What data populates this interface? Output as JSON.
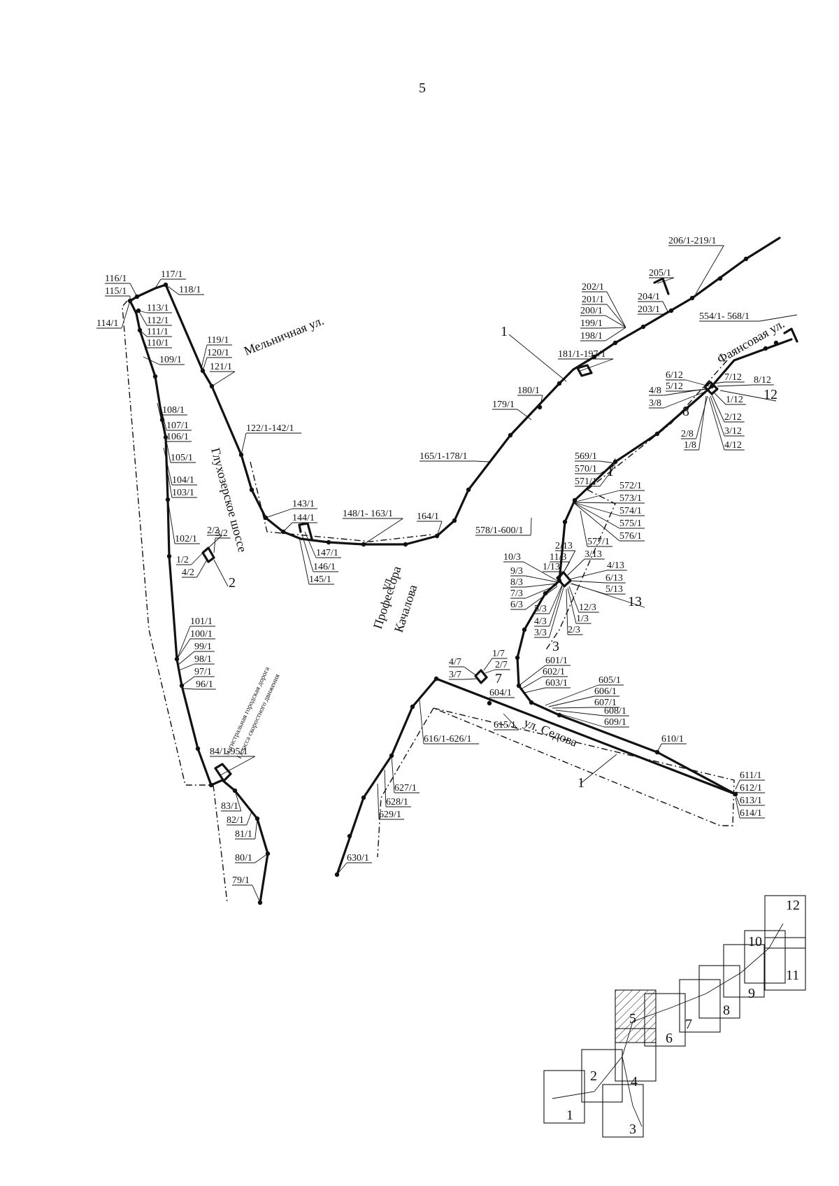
{
  "page_number": "5",
  "streets": {
    "melnichnaya": "Мельничная ул.",
    "glukhoozerskoe": "Глухозерское шоссе",
    "kachalova_1": "ул.",
    "kachalova_2": "Профессора",
    "kachalova_3": "Качалова",
    "faiansovaya": "Фаянсовая ул.",
    "sedova": "ул. Седова",
    "highway_1": "магистральная городская дорога",
    "highway_2": "I класса скоростного движения"
  },
  "network_numbers": [
    "1",
    "1",
    "1",
    "1"
  ],
  "substations": [
    "2",
    "3",
    "7",
    "8",
    "12",
    "13"
  ],
  "point_labels": [
    "116/1",
    "115/1",
    "117/1",
    "118/1",
    "114/1",
    "113/1",
    "112/1",
    "111/1",
    "110/1",
    "109/1",
    "119/1",
    "120/1",
    "121/1",
    "122/1-142/1",
    "108/1",
    "107/1",
    "106/1",
    "105/1",
    "104/1",
    "103/1",
    "102/1",
    "2/2",
    "3/2",
    "1/2",
    "4/2",
    "143/1",
    "144/1",
    "147/1",
    "146/1",
    "145/1",
    "148/1- 163/1",
    "164/1",
    "165/1-178/1",
    "180/1",
    "179/1",
    "181/1-197/1",
    "202/1",
    "201/1",
    "200/1",
    "199/1",
    "198/1",
    "204/1",
    "203/1",
    "205/1",
    "206/1-219/1",
    "554/1- 568/1",
    "6/12",
    "5/12",
    "7/12",
    "8/12",
    "4/8",
    "3/8",
    "1/12",
    "2/12",
    "3/12",
    "4/12",
    "2/8",
    "1/8",
    "569/1",
    "570/1",
    "571/1",
    "572/1",
    "573/1",
    "574/1",
    "575/1",
    "576/1",
    "577/1",
    "578/1-600/1",
    "2/13",
    "3/13",
    "11/3",
    "1/13",
    "10/3",
    "9/3",
    "8/3",
    "7/3",
    "6/3",
    "4/13",
    "6/13",
    "5/13",
    "5/3",
    "4/3",
    "3/3",
    "12/3",
    "1/3",
    "2/3",
    "101/1",
    "100/1",
    "99/1",
    "98/1",
    "97/1",
    "96/1",
    "4/7",
    "3/7",
    "1/7",
    "2/7",
    "604/1",
    "601/1",
    "602/1",
    "603/1",
    "605/1",
    "606/1",
    "607/1",
    "608/1",
    "609/1",
    "615/1",
    "610/1",
    "84/1-95/1",
    "616/1-626/1",
    "627/1",
    "628/1",
    "629/1",
    "83/1",
    "82/1",
    "81/1",
    "80/1",
    "79/1",
    "630/1",
    "611/1",
    "612/1",
    "613/1",
    "614/1"
  ],
  "key_map": {
    "sheets": [
      "1",
      "2",
      "3",
      "4",
      "5",
      "6",
      "7",
      "8",
      "9",
      "10",
      "11",
      "12"
    ],
    "current_sheet": "5"
  }
}
